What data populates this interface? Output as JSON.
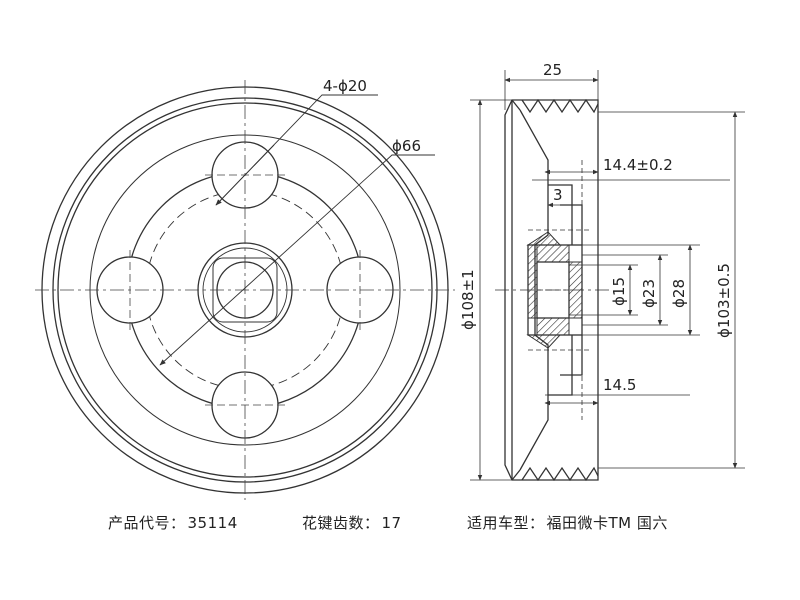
{
  "dims": {
    "holes": "4-ϕ20",
    "bolt_circle": "ϕ66",
    "width": "25",
    "depth": "14.4±0.2",
    "step": "3",
    "bore_depth": "14.5",
    "bore": "ϕ15",
    "boss_inner": "ϕ23",
    "boss_outer": "ϕ28",
    "outer_dia": "ϕ108±1",
    "groove_dia": "ϕ103±0.5"
  },
  "captions": {
    "product_label": "产品代号：",
    "product_value": "35114",
    "teeth_label": "花键齿数：",
    "teeth_value": "17",
    "model_label": "适用车型：",
    "model_value": "福田微卡TM 国六"
  }
}
